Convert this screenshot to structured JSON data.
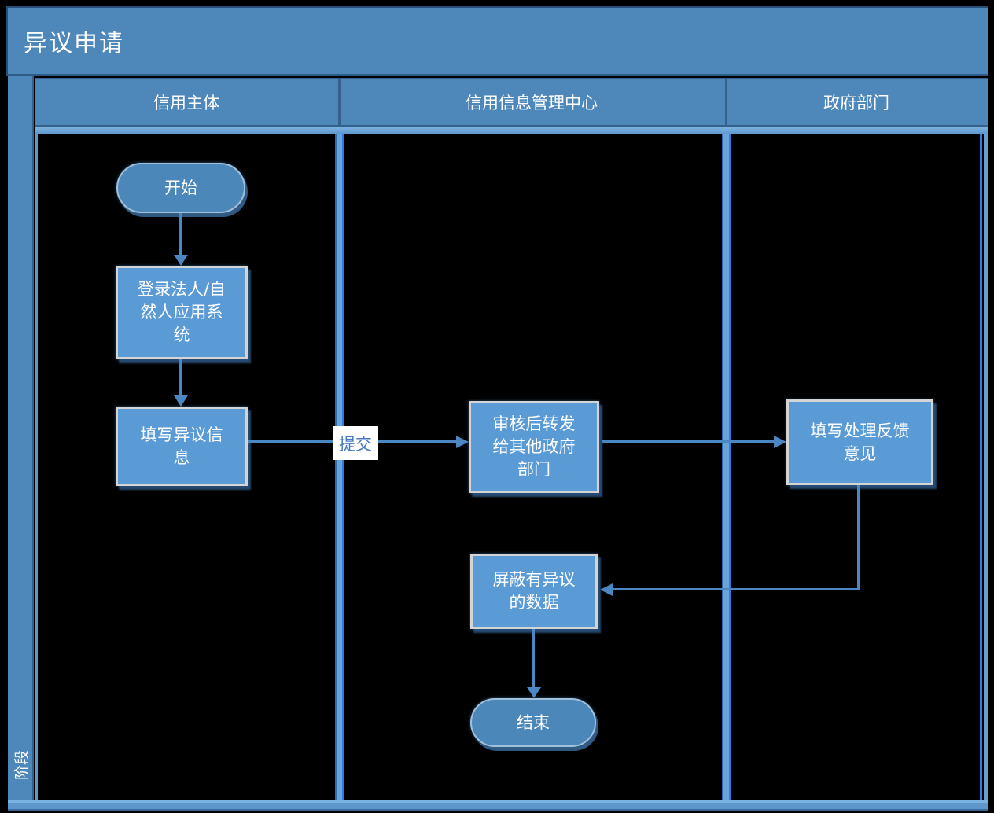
{
  "title": "异议申请",
  "phase_label": "阶段",
  "lanes": [
    {
      "label": "信用主体"
    },
    {
      "label": "信用信息管理中心"
    },
    {
      "label": "政府部门"
    }
  ],
  "nodes": {
    "start": {
      "type": "terminator",
      "label": "开始"
    },
    "login_system": {
      "type": "process",
      "label": "登录法人/自然人应用系统"
    },
    "fill_objection": {
      "type": "process",
      "label": "填写异议信息"
    },
    "review_forward": {
      "type": "process",
      "label": "审核后转发给其他政府部门"
    },
    "write_feedback": {
      "type": "process",
      "label": "填写处理反馈意见"
    },
    "block_disputed": {
      "type": "process",
      "label": "屏蔽有异议的数据"
    },
    "end": {
      "type": "terminator",
      "label": "结束"
    }
  },
  "edges": {
    "submit_label": "提交"
  },
  "colors": {
    "band_blue": "#4e87b9",
    "process_fill": "#5b9bd5",
    "terminator_fill": "#4c87ba",
    "arrow_blue": "#4a87c3",
    "node_border": "#d4d4d4",
    "bright_edge_blue": "#2e7ce8",
    "lane_background": "#000000",
    "text_color": "#ffffff"
  }
}
